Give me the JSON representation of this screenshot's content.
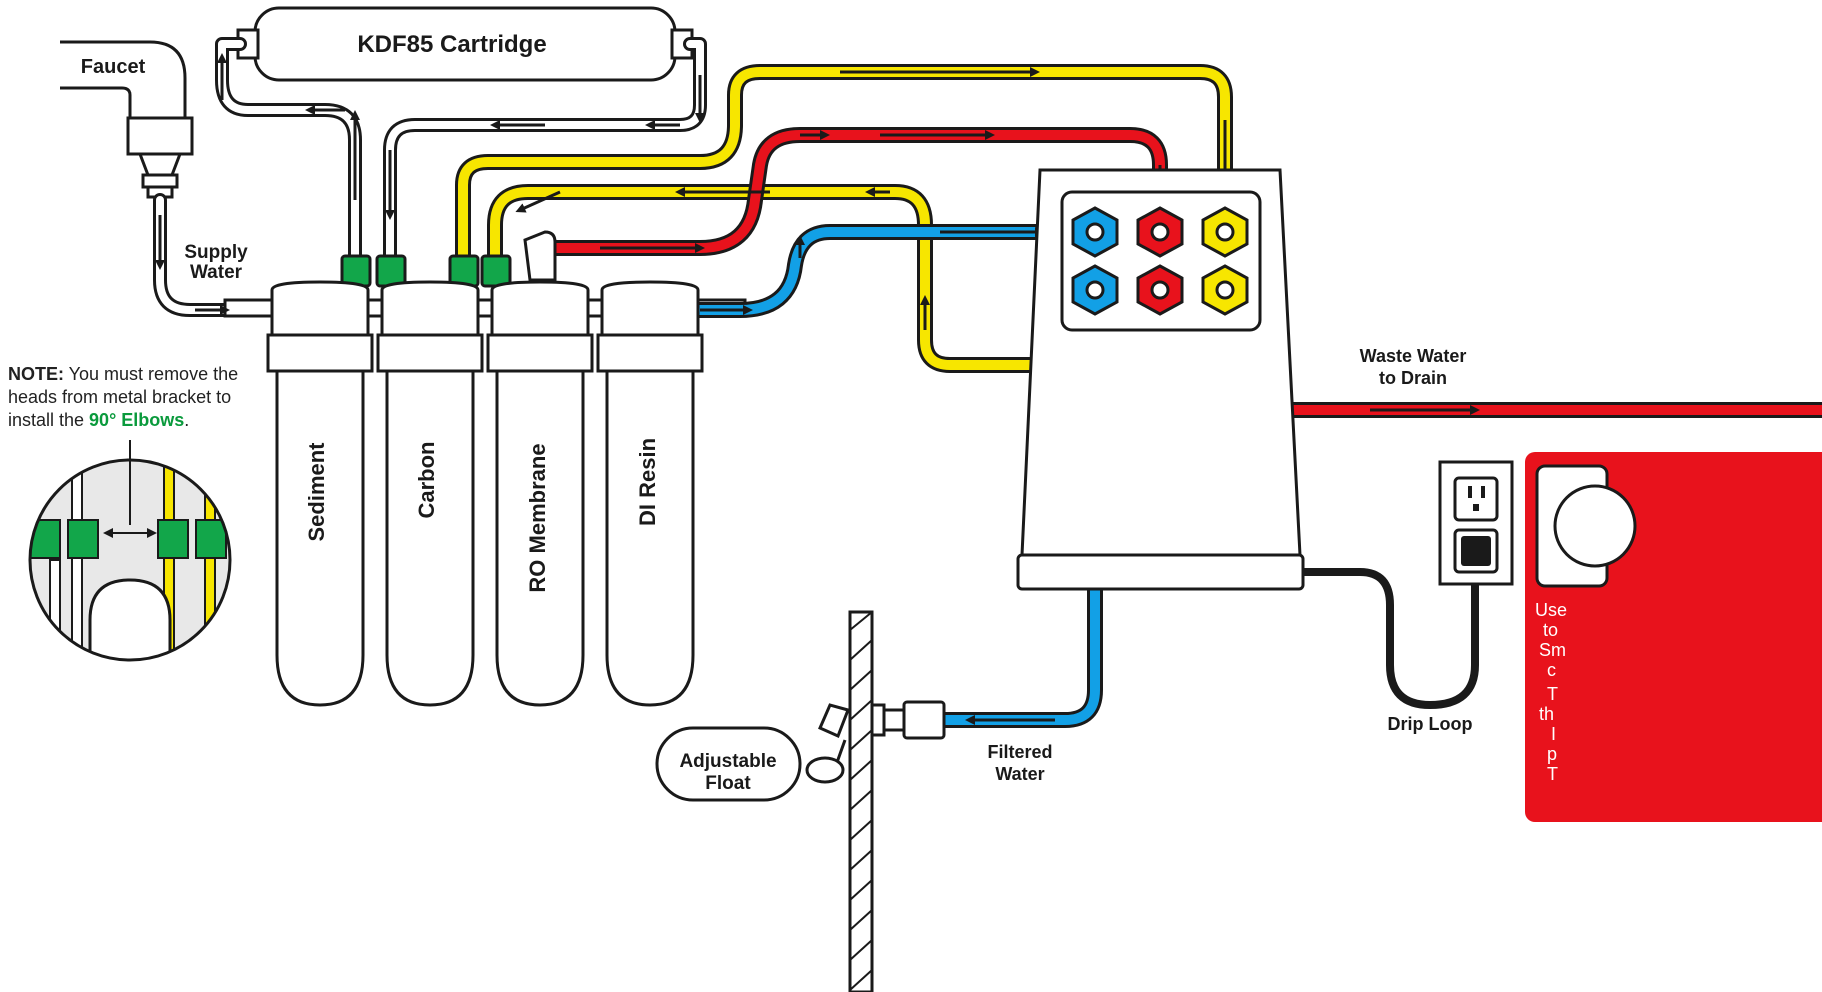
{
  "labels": {
    "faucet": "Faucet",
    "cartridge": "KDF85 Cartridge",
    "supply_1": "Supply",
    "supply_2": "Water",
    "sediment": "Sediment",
    "carbon": "Carbon",
    "ro_membrane": "RO Membrane",
    "di_resin": "DI Resin",
    "waste_1": "Waste Water",
    "waste_2": "to Drain",
    "drip_loop": "Drip Loop",
    "filtered_1": "Filtered",
    "filtered_2": "Water",
    "float_1": "Adjustable",
    "float_2": "Float"
  },
  "note": {
    "bold": "NOTE:",
    "text_1": " You must remove the heads from metal bracket to install the ",
    "highlight": "90° Elbows",
    "text_2": "."
  },
  "red_panel_lines": [
    "Use",
    "to",
    "Sm",
    "c",
    "T",
    "th",
    "I",
    "p",
    "T"
  ],
  "colors": {
    "yellow": "#f7e600",
    "red": "#e8121c",
    "blue": "#12a0e6",
    "green": "#12a64a",
    "outline": "#1a1a1a"
  }
}
